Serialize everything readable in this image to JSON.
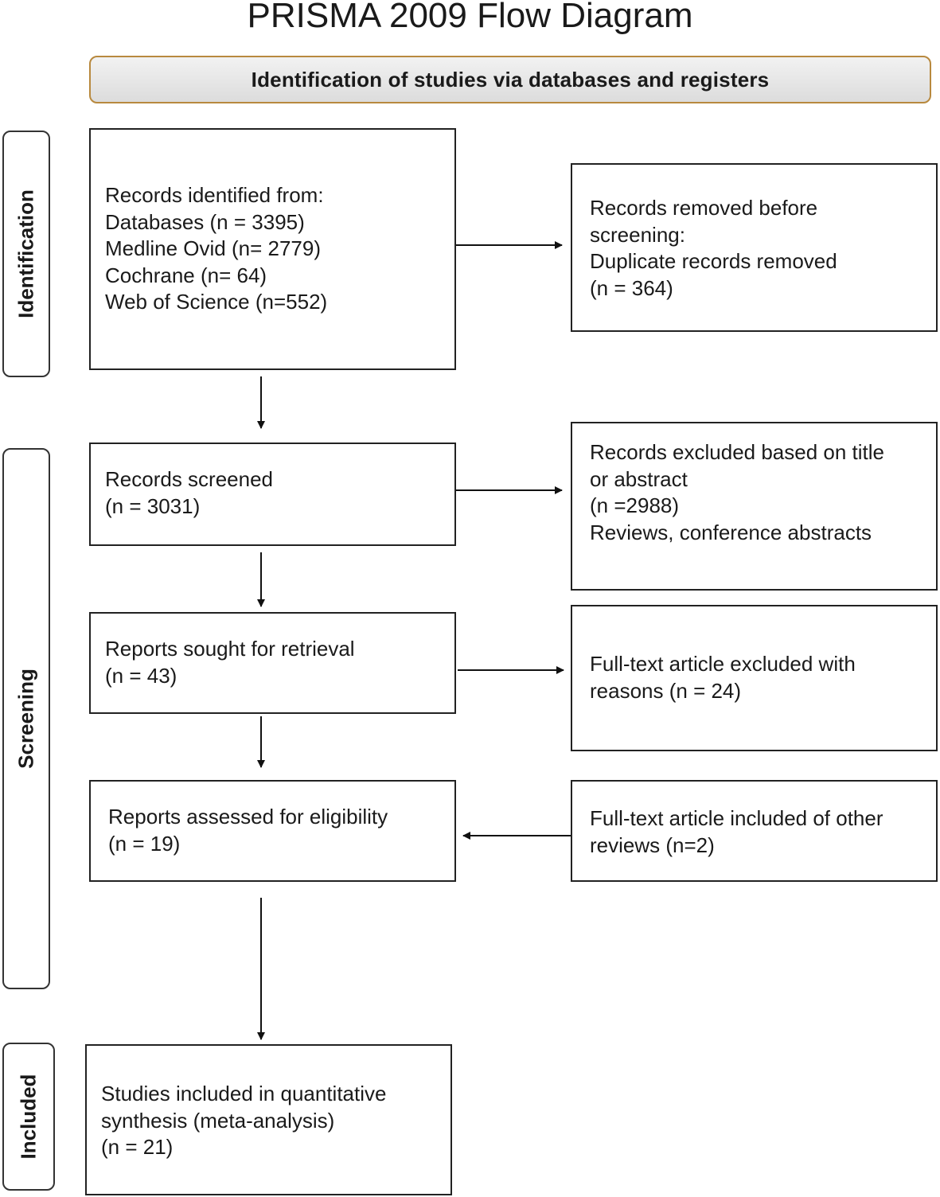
{
  "title": "PRISMA 2009 Flow Diagram",
  "header": "Identification  of studies via databases and registers",
  "stages": {
    "identification": "Identification",
    "screening": "Screening",
    "included": "Included"
  },
  "boxes": {
    "records_identified": [
      "Records identified from:",
      "Databases (n = 3395)",
      "Medline Ovid  (n= 2779)",
      "Cochrane (n= 64)",
      "Web of Science (n=552)"
    ],
    "records_removed": [
      "Records removed before",
      "screening:",
      "Duplicate records removed",
      "(n = 364)"
    ],
    "records_screened": [
      "Records screened",
      "(n = 3031)"
    ],
    "records_excluded": [
      "Records excluded based on title",
      "or abstract",
      "(n =2988)",
      "Reviews, conference abstracts"
    ],
    "reports_sought": [
      "Reports sought for retrieval",
      "(n = 43)"
    ],
    "fulltext_excluded": [
      "Full-text article excluded with",
      "reasons (n = 24)"
    ],
    "reports_assessed": [
      "Reports assessed for eligibility",
      "(n = 19)"
    ],
    "fulltext_included_other": [
      "Full-text article included of other",
      "reviews (n=2)"
    ],
    "studies_included": [
      "Studies included in quantitative",
      "synthesis (meta-analysis)",
      "(n = 21)"
    ]
  }
}
